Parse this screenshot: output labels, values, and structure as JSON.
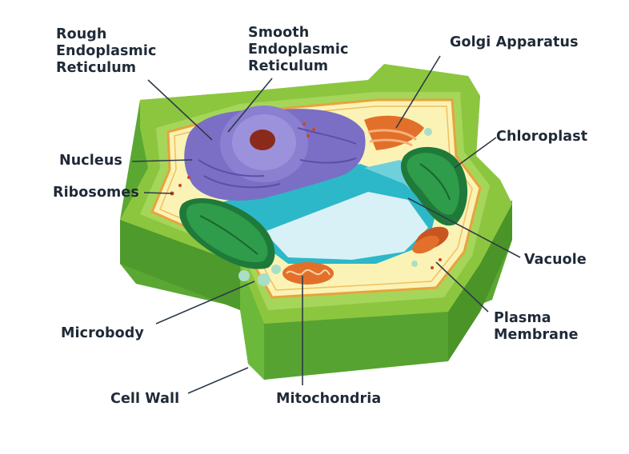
{
  "labels": {
    "rough_er": [
      "Rough",
      "Endoplasmic",
      "Reticulum"
    ],
    "smooth_er": [
      "Smooth",
      "Endoplasmic",
      "Reticulum"
    ],
    "golgi": "Golgi Apparatus",
    "chloroplast": "Chloroplast",
    "nucleus": "Nucleus",
    "ribosomes": "Ribosomes",
    "vacuole": "Vacuole",
    "plasma_membrane": [
      "Plasma",
      "Membrane"
    ],
    "microbody": "Microbody",
    "cell_wall": "Cell Wall",
    "mitochondria": "Mitochondria"
  },
  "colors": {
    "cell_wall_top": "#8cc63f",
    "cell_wall_side": "#5aa832",
    "cell_wall_dark": "#3f8a28",
    "cytoplasm": "#fbf3b5",
    "membrane": "#e8a33d",
    "nucleus": "#8a7fd0",
    "nucleolus": "#8b2a1a",
    "vacuole": "#2cb8c9",
    "vacuole_light": "#d8f1f6",
    "chloroplast": "#2e9c4a",
    "mitochondria": "#e2702a",
    "leader_line": "#2c3a4a"
  }
}
